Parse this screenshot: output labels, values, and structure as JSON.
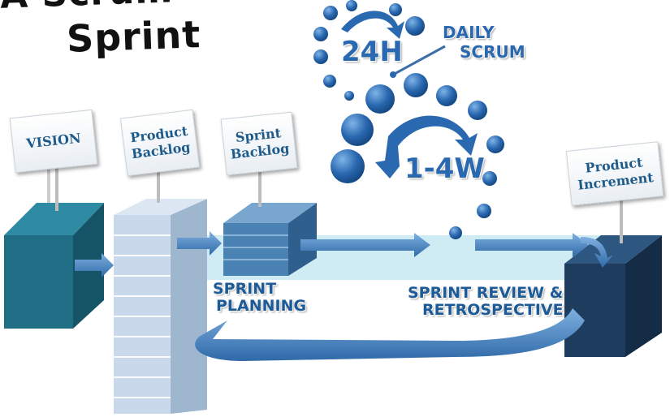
{
  "title": {
    "line1": "A Scrum",
    "line2": "Sprint"
  },
  "signs": {
    "vision": "VISION",
    "product_backlog": "Product\nBacklog",
    "sprint_backlog": "Sprint\nBacklog",
    "product_increment": "Product\nIncrement"
  },
  "labels": {
    "daily_cycle": "24H",
    "daily_scrum_line1": "DAILY",
    "daily_scrum_line2": "SCRUM",
    "sprint_cycle": "1-4W",
    "sprint_planning_line1": "SPRINT",
    "sprint_planning_line2": "PLANNING",
    "review_line1": "SPRINT REVIEW &",
    "review_line2": "RETROSPECTIVE"
  },
  "colors": {
    "teal_cube": "#1f6e85",
    "backlog_stack": "#b9cbe0",
    "sprint_stack": "#4a83b3",
    "increment_cube": "#1e3d5e",
    "arrow": "#3f7cc0",
    "bubble": "#2a68b0",
    "label_blue": "#1d5a98",
    "platform": "#bfe6f2"
  }
}
